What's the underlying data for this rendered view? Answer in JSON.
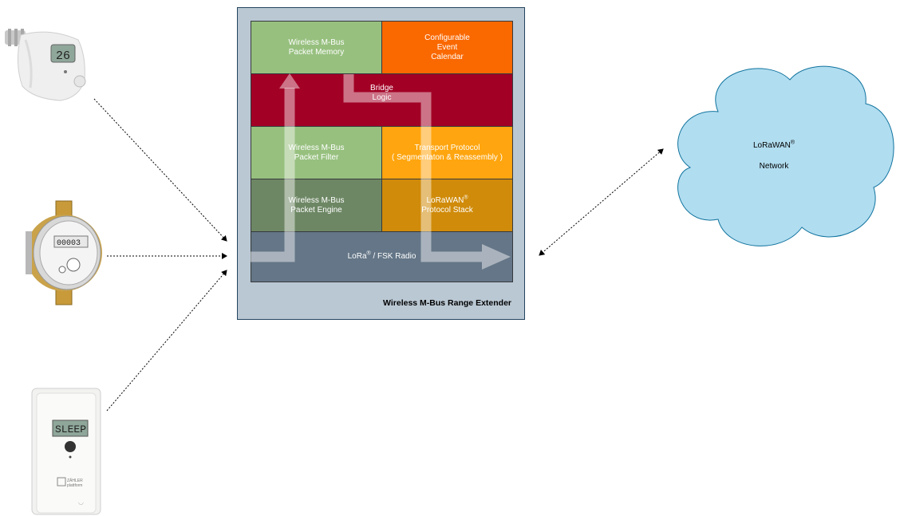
{
  "extender": {
    "caption": "Wireless M-Bus Range Extender",
    "blocks": {
      "packet_memory": "Wireless M-Bus\nPacket Memory",
      "event_calendar": "Configurable\nEvent\nCalendar",
      "bridge_logic": "Bridge\nLogic",
      "packet_filter": "Wireless M-Bus\nPacket Filter",
      "transport_protocol": "Transport Protocol\n( Segmentaton & Reassembly )",
      "packet_engine": "Wireless M-Bus\nPacket Engine",
      "lorawan_stack_name": "LoRaWAN",
      "lorawan_stack_suffix": "Protocol Stack",
      "radio_prefix": "LoRa",
      "radio_suffix": " / FSK Radio",
      "registered": "®"
    },
    "colors": {
      "packet_memory": "#97c07f",
      "event_calendar": "#fa6800",
      "bridge_logic": "#a20025",
      "packet_filter": "#97c07f",
      "transport_protocol": "#ffa50f",
      "packet_engine": "#6d8764",
      "lorawan_stack": "#d08b0a",
      "radio": "#647687",
      "background": "#bac8d3"
    }
  },
  "cloud": {
    "title": "LoRaWAN",
    "registered": "®",
    "subtitle": "Network",
    "color": "#b1ddf0"
  },
  "devices": {
    "thermostat_display": "26",
    "water_meter_reading": "00003",
    "heat_meter_display": "SLEEP",
    "heat_meter_brand_line1": "ZÄHLER",
    "heat_meter_brand_line2": "plattform"
  }
}
